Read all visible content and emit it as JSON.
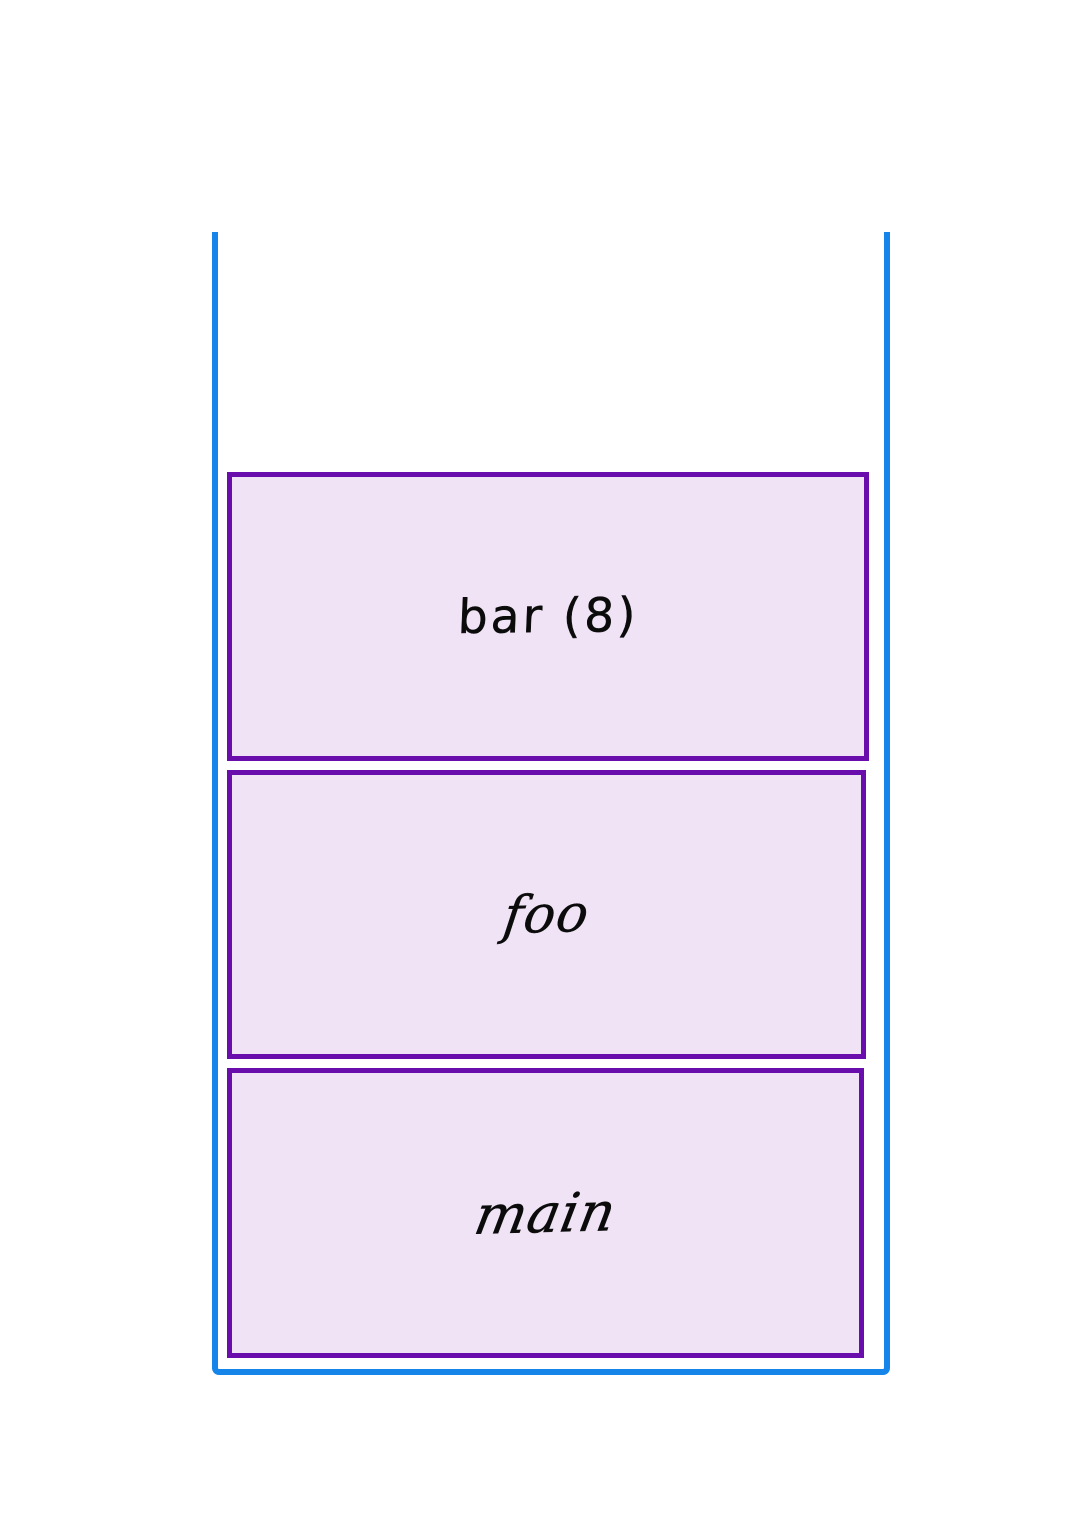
{
  "diagram": {
    "type": "call-stack",
    "colors": {
      "container_stroke": "#1585ea",
      "frame_stroke": "#6a0dad",
      "frame_fill": "#efe3f5",
      "label_text": "#0b0b0b",
      "background": "#ffffff"
    },
    "container": {
      "open_side": "top"
    },
    "frames": [
      {
        "label": "bar (8)",
        "name": "bar",
        "argument": "8",
        "order": "top"
      },
      {
        "label": "foo",
        "name": "foo",
        "argument": "",
        "order": "middle"
      },
      {
        "label": "main",
        "name": "main",
        "argument": "",
        "order": "bottom"
      }
    ]
  }
}
